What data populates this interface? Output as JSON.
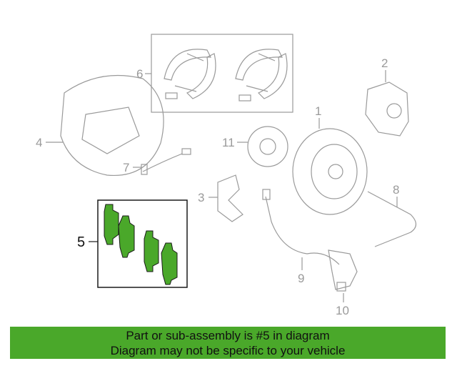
{
  "diagram": {
    "callouts": [
      {
        "id": "1",
        "label": "1"
      },
      {
        "id": "2",
        "label": "2"
      },
      {
        "id": "3",
        "label": "3"
      },
      {
        "id": "4",
        "label": "4"
      },
      {
        "id": "5",
        "label": "5",
        "selected": true
      },
      {
        "id": "6",
        "label": "6"
      },
      {
        "id": "7",
        "label": "7"
      },
      {
        "id": "8",
        "label": "8"
      },
      {
        "id": "9",
        "label": "9"
      },
      {
        "id": "10",
        "label": "10"
      },
      {
        "id": "11",
        "label": "11"
      }
    ],
    "highlight_color": "#4aa82a",
    "line_color": "#9a9a9a"
  },
  "banner": {
    "line1": "Part or sub-assembly is #5 in diagram",
    "line2": "Diagram may not be specific to your vehicle",
    "color": "#4aa82a"
  }
}
